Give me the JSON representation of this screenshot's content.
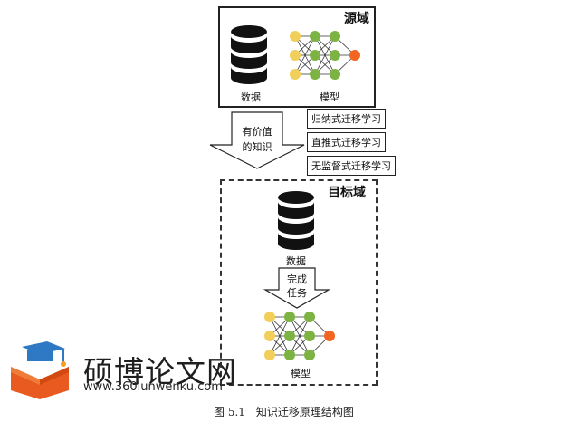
{
  "source_domain": {
    "title": "源域",
    "data_label": "数据",
    "model_label": "模型"
  },
  "transfer": {
    "arrow_text_line1": "有价值",
    "arrow_text_line2": "的知识",
    "types": [
      "归纳式迁移学习",
      "直推式迁移学习",
      "无监督式迁移学习"
    ]
  },
  "target_domain": {
    "title": "目标域",
    "data_label": "数据",
    "task_text_line1": "完成",
    "task_text_line2": "任务",
    "model_label": "模型"
  },
  "caption": "图 5.1　知识迁移原理结构图",
  "watermark": {
    "site_name": "硕博论文网",
    "url": "www.360lunwenku.com",
    "logo_icon": "graduation-cap-book-icon"
  },
  "colors": {
    "input_node": "#f2cf5b",
    "hidden_node": "#7cb342",
    "output_node": "#f26522",
    "database": "#111111"
  }
}
